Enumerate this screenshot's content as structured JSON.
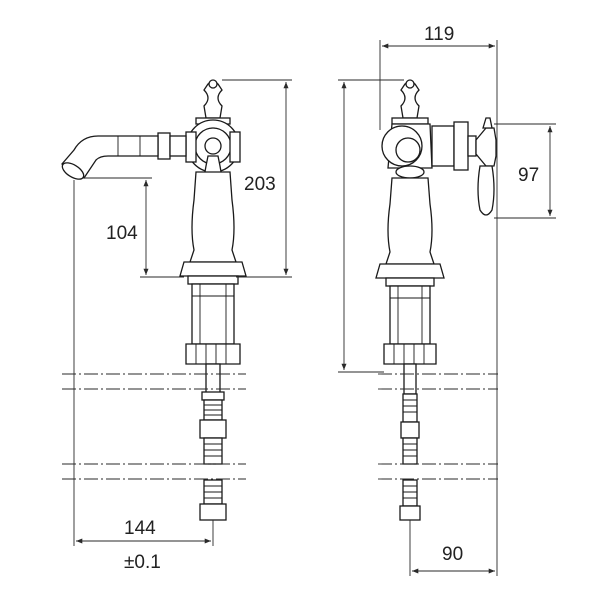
{
  "dimensions": {
    "top_width": "119",
    "right_height": "97",
    "total_height": "203",
    "spout_height": "104",
    "spout_reach": "144",
    "tolerance": "±0.1",
    "bottom_offset": "90"
  },
  "colors": {
    "line": "#1a1a1a",
    "background": "#ffffff"
  }
}
